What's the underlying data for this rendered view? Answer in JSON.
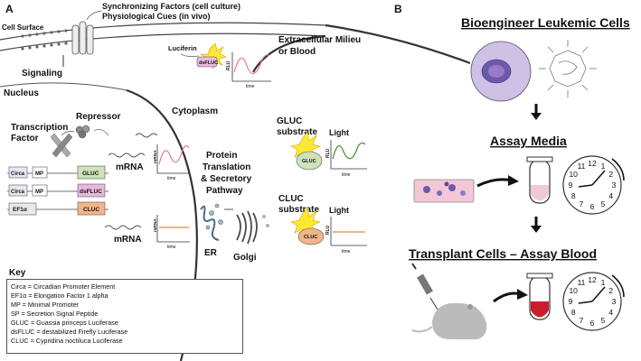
{
  "panel_a": {
    "label": "A",
    "sync_line1": "Synchronizing Factors (cell culture)",
    "sync_line2": "Physiological Cues (in vivo)",
    "cell_surface": "Cell Surface",
    "signaling": "Signaling",
    "nucleus": "Nucleus",
    "luciferin": "Luciferin",
    "dsfluc_small": "dsFLUC",
    "extracellular_line1": "Extracellular Milieu",
    "extracellular_line2": "or Blood",
    "cytoplasm": "Cytoplasm",
    "repressor": "Repressor",
    "tf_line1": "Transcription",
    "tf_line2": "Factor",
    "mrna1": "mRNA",
    "mrna2": "mRNA",
    "protein_line1": "Protein",
    "protein_line2": "Translation",
    "protein_line3": "& Secretory",
    "protein_line4": "Pathway",
    "er": "ER",
    "golgi": "Golgi",
    "gluc_substrate_1": "GLUC",
    "gluc_substrate_2": "substrate",
    "cluc_substrate_1": "CLUC",
    "cluc_substrate_2": "substrate",
    "light1": "Light",
    "light2": "Light",
    "rlu": "RLU",
    "mrna_axis": "mRNA",
    "time": "time",
    "constructs": {
      "circa": "Circa",
      "mp": "MP",
      "gluc": "GLUC",
      "dsfluc": "dsFLUC",
      "ef1a": "EF1α",
      "cluc": "CLUC"
    }
  },
  "key": {
    "title": "Key",
    "lines": [
      "Circa = Circadian Promoter Element",
      "EF1α = Elongation Factor 1 alpha",
      "MP = Minimal Promoter",
      "SP = Secretion Signal Peptide",
      "GLUC = Guassia princeps Luciferase",
      "dsFLUC = destabilized Firefly Luciferase",
      "CLUC = Cypridina noctiluca Luciferase"
    ]
  },
  "panel_b": {
    "label": "B",
    "step1": "Bioengineer Leukemic Cells",
    "step2": "Assay Media",
    "step3": "Transplant Cells – Assay Blood",
    "clock_numbers": [
      "12",
      "1",
      "2",
      "3",
      "4",
      "5",
      "6",
      "7",
      "8",
      "9",
      "10",
      "11"
    ]
  },
  "colors": {
    "rhythm_pink": "#e07a9a",
    "rhythm_green": "#4a8a2a",
    "flat_orange": "#e08a3a",
    "gluc_green": "#cfe2b8",
    "dsfluc_pink": "#e9b8de",
    "cluc_orange": "#f2b48a",
    "cell_purple": "#cfc0e6",
    "blood_red": "#c8202a",
    "media_pink": "#f2c8d6"
  }
}
